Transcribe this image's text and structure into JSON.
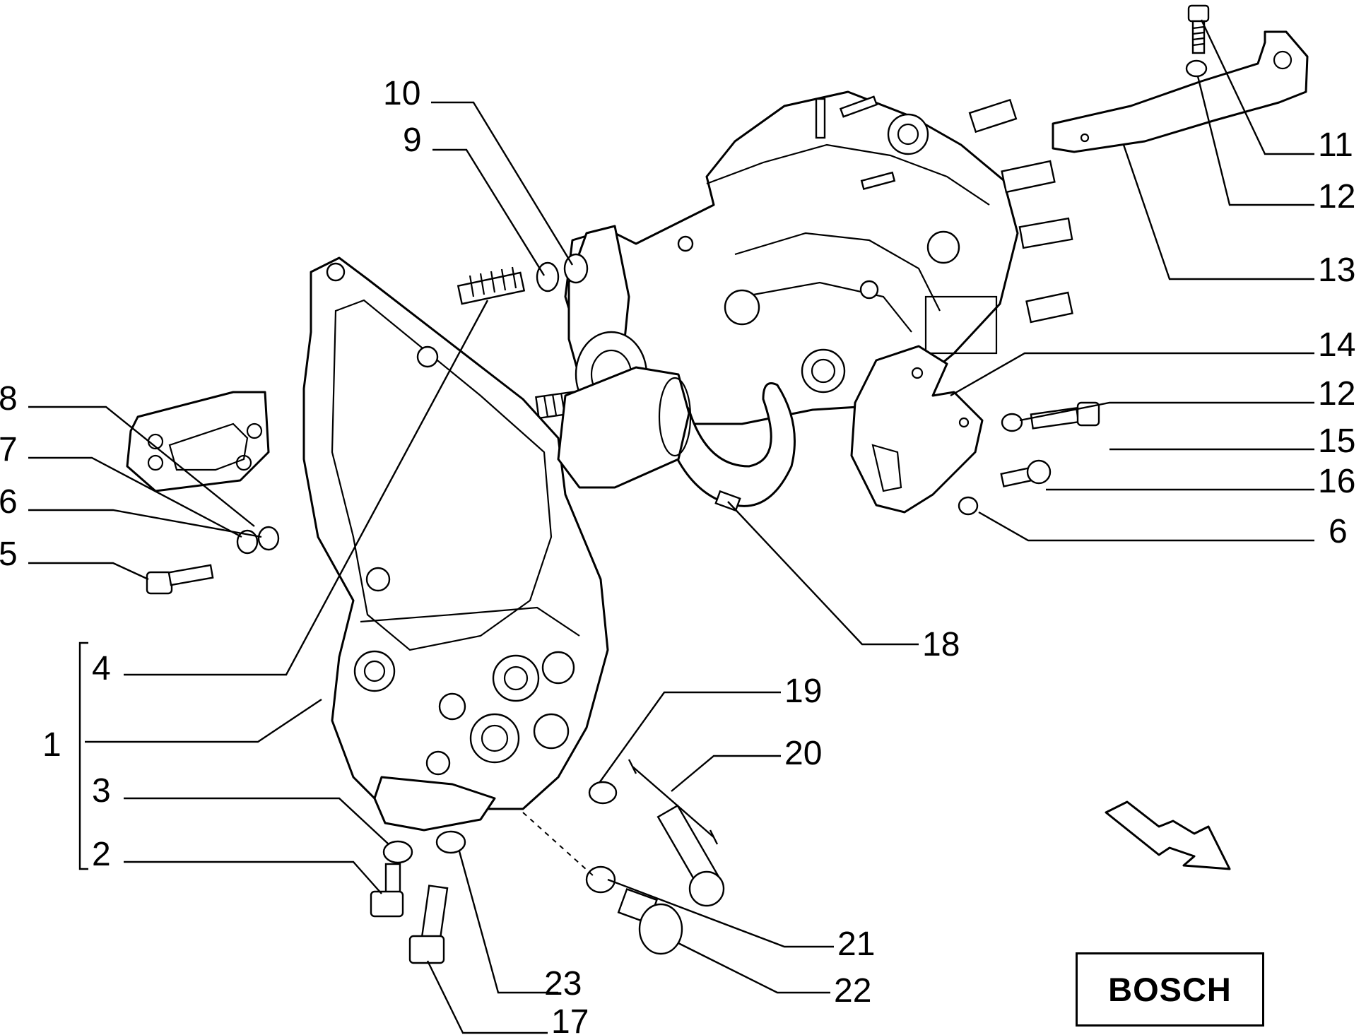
{
  "diagram": {
    "brand": "BOSCH",
    "callouts": [
      {
        "id": "c10",
        "label": "10"
      },
      {
        "id": "c9",
        "label": "9"
      },
      {
        "id": "c11",
        "label": "11"
      },
      {
        "id": "c12a",
        "label": "12"
      },
      {
        "id": "c13",
        "label": "13"
      },
      {
        "id": "c14",
        "label": "14"
      },
      {
        "id": "c12b",
        "label": "12"
      },
      {
        "id": "c15",
        "label": "15"
      },
      {
        "id": "c16",
        "label": "16"
      },
      {
        "id": "c6b",
        "label": "6"
      },
      {
        "id": "c18",
        "label": "18"
      },
      {
        "id": "c8",
        "label": "8"
      },
      {
        "id": "c7",
        "label": "7"
      },
      {
        "id": "c6a",
        "label": "6"
      },
      {
        "id": "c5",
        "label": "5"
      },
      {
        "id": "c4",
        "label": "4"
      },
      {
        "id": "c1",
        "label": "1"
      },
      {
        "id": "c3",
        "label": "3"
      },
      {
        "id": "c2",
        "label": "2"
      },
      {
        "id": "c19",
        "label": "19"
      },
      {
        "id": "c20",
        "label": "20"
      },
      {
        "id": "c21",
        "label": "21"
      },
      {
        "id": "c22",
        "label": "22"
      },
      {
        "id": "c23",
        "label": "23"
      },
      {
        "id": "c17",
        "label": "17"
      }
    ]
  }
}
